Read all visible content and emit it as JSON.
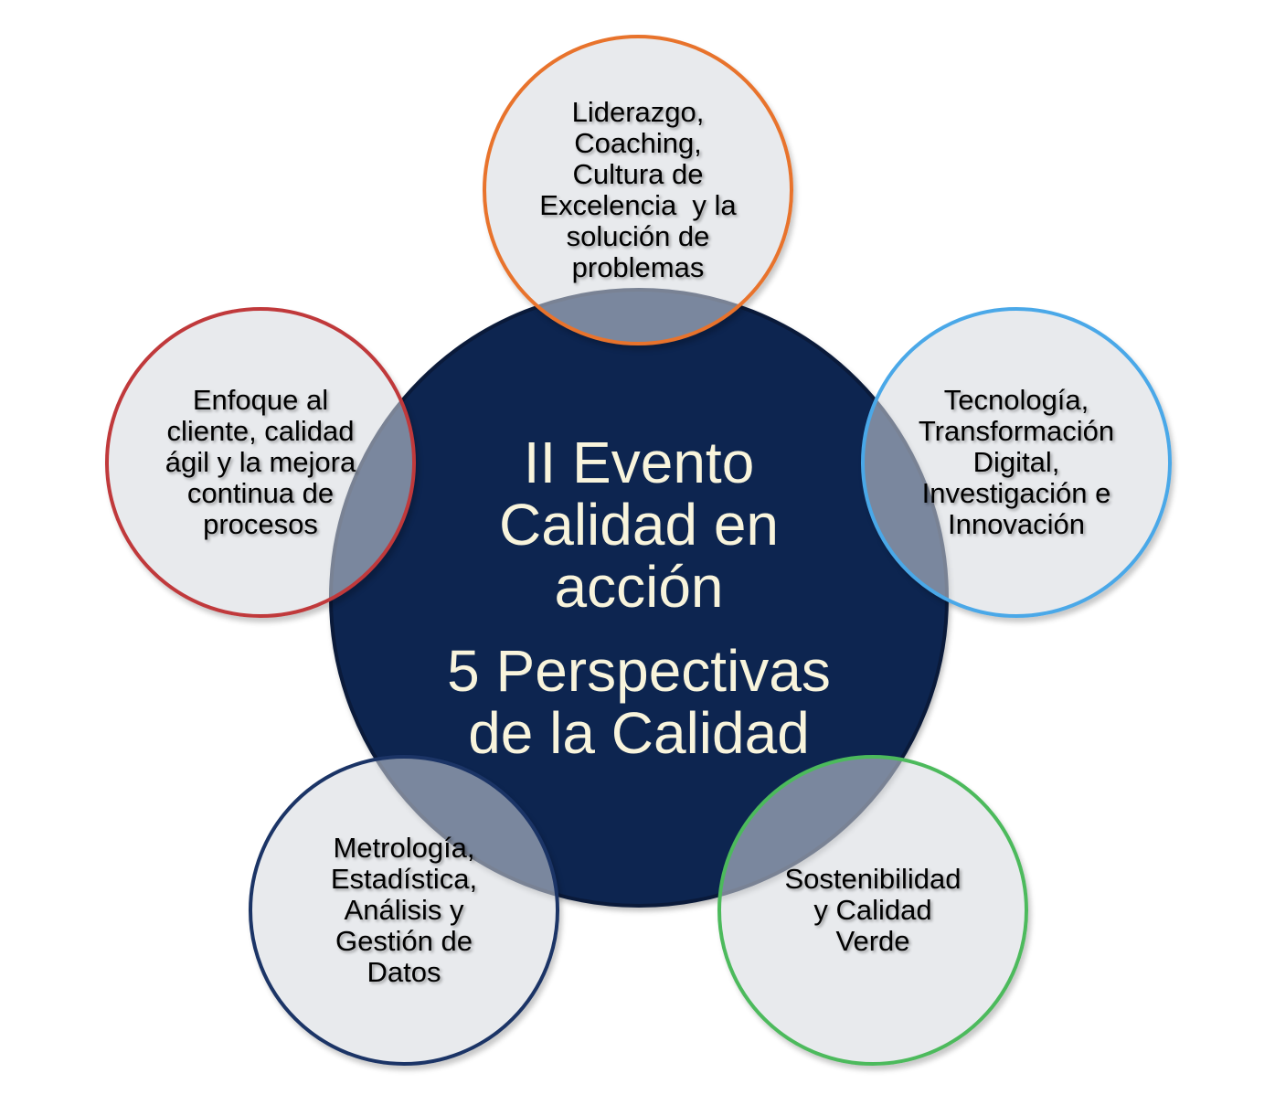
{
  "center": {
    "title_lines": [
      "II Evento",
      "Calidad en",
      "acción"
    ],
    "subtitle_lines": [
      "5 Perspectivas",
      "de la Calidad"
    ]
  },
  "perspectives": [
    {
      "id": "top",
      "border_color": "#e8732c",
      "lines": [
        "Liderazgo,",
        "Coaching,",
        "Cultura de",
        "Excelencia  y la",
        "solución de",
        "problemas"
      ]
    },
    {
      "id": "left",
      "border_color": "#c0393b",
      "lines": [
        "Enfoque al",
        "cliente, calidad",
        "ágil y la mejora",
        "continua de",
        "procesos"
      ]
    },
    {
      "id": "right",
      "border_color": "#4aa8e8",
      "lines": [
        "Tecnología,",
        "Transformación",
        "Digital,",
        "Investigación e",
        "Innovación"
      ]
    },
    {
      "id": "bottom-left",
      "border_color": "#1b3466",
      "lines": [
        "Metrología,",
        "Estadística,",
        "Análisis y",
        "Gestión de",
        "Datos"
      ]
    },
    {
      "id": "bottom-right",
      "border_color": "#4cba5c",
      "lines": [
        "Sostenibilidad",
        "y Calidad",
        "Verde"
      ]
    }
  ]
}
